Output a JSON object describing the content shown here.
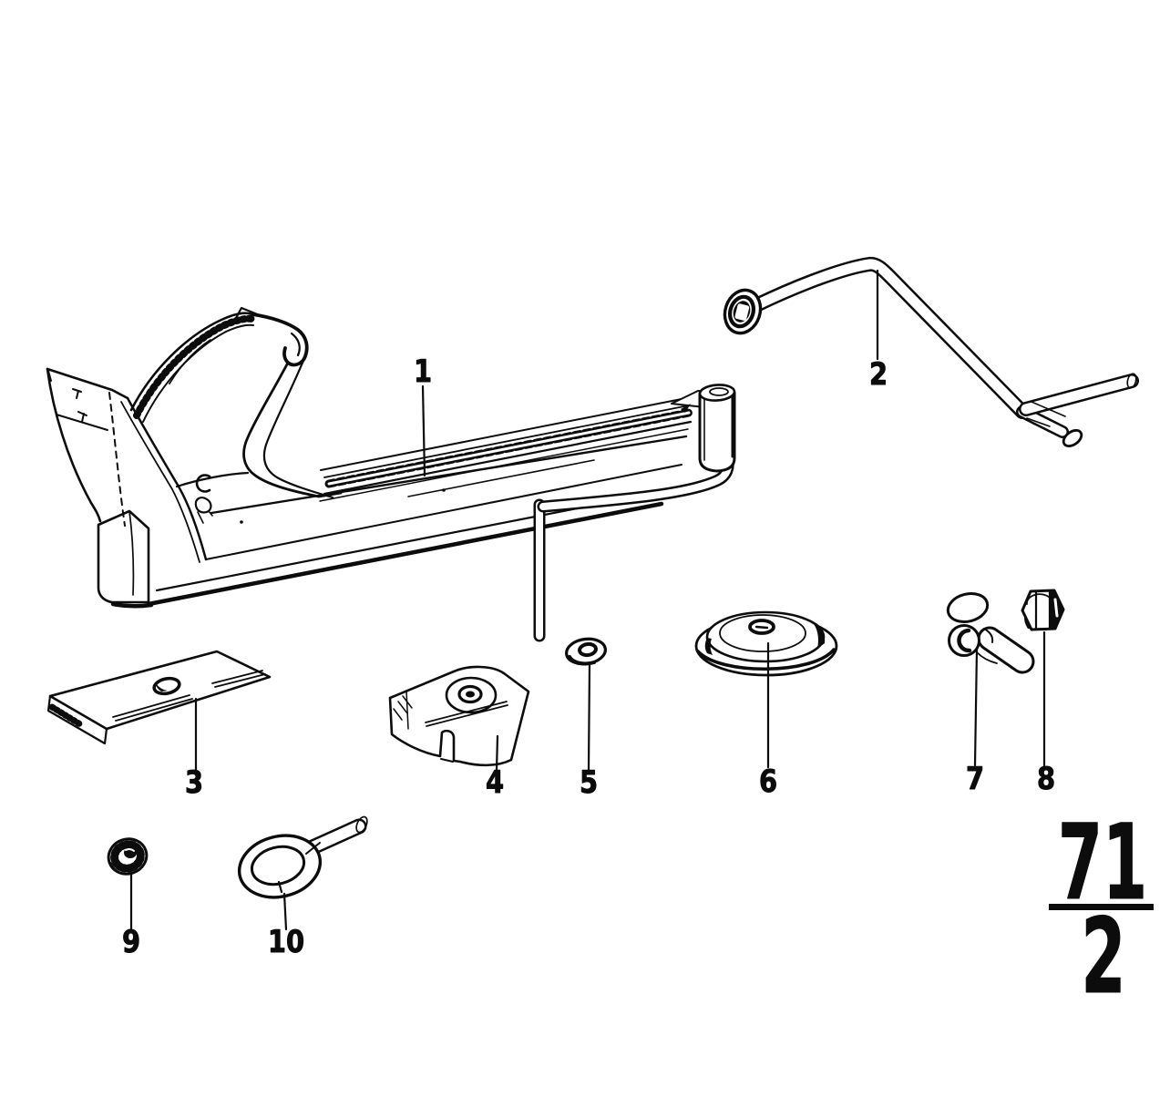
{
  "page": {
    "paper_color": "#ffffff",
    "ink_color": "#0c0c0c"
  },
  "figure": {
    "callouts": [
      "1",
      "2",
      "3",
      "4",
      "5",
      "6",
      "7",
      "8",
      "9",
      "10"
    ]
  },
  "page_number": {
    "numerator": "71",
    "denominator": "2"
  }
}
